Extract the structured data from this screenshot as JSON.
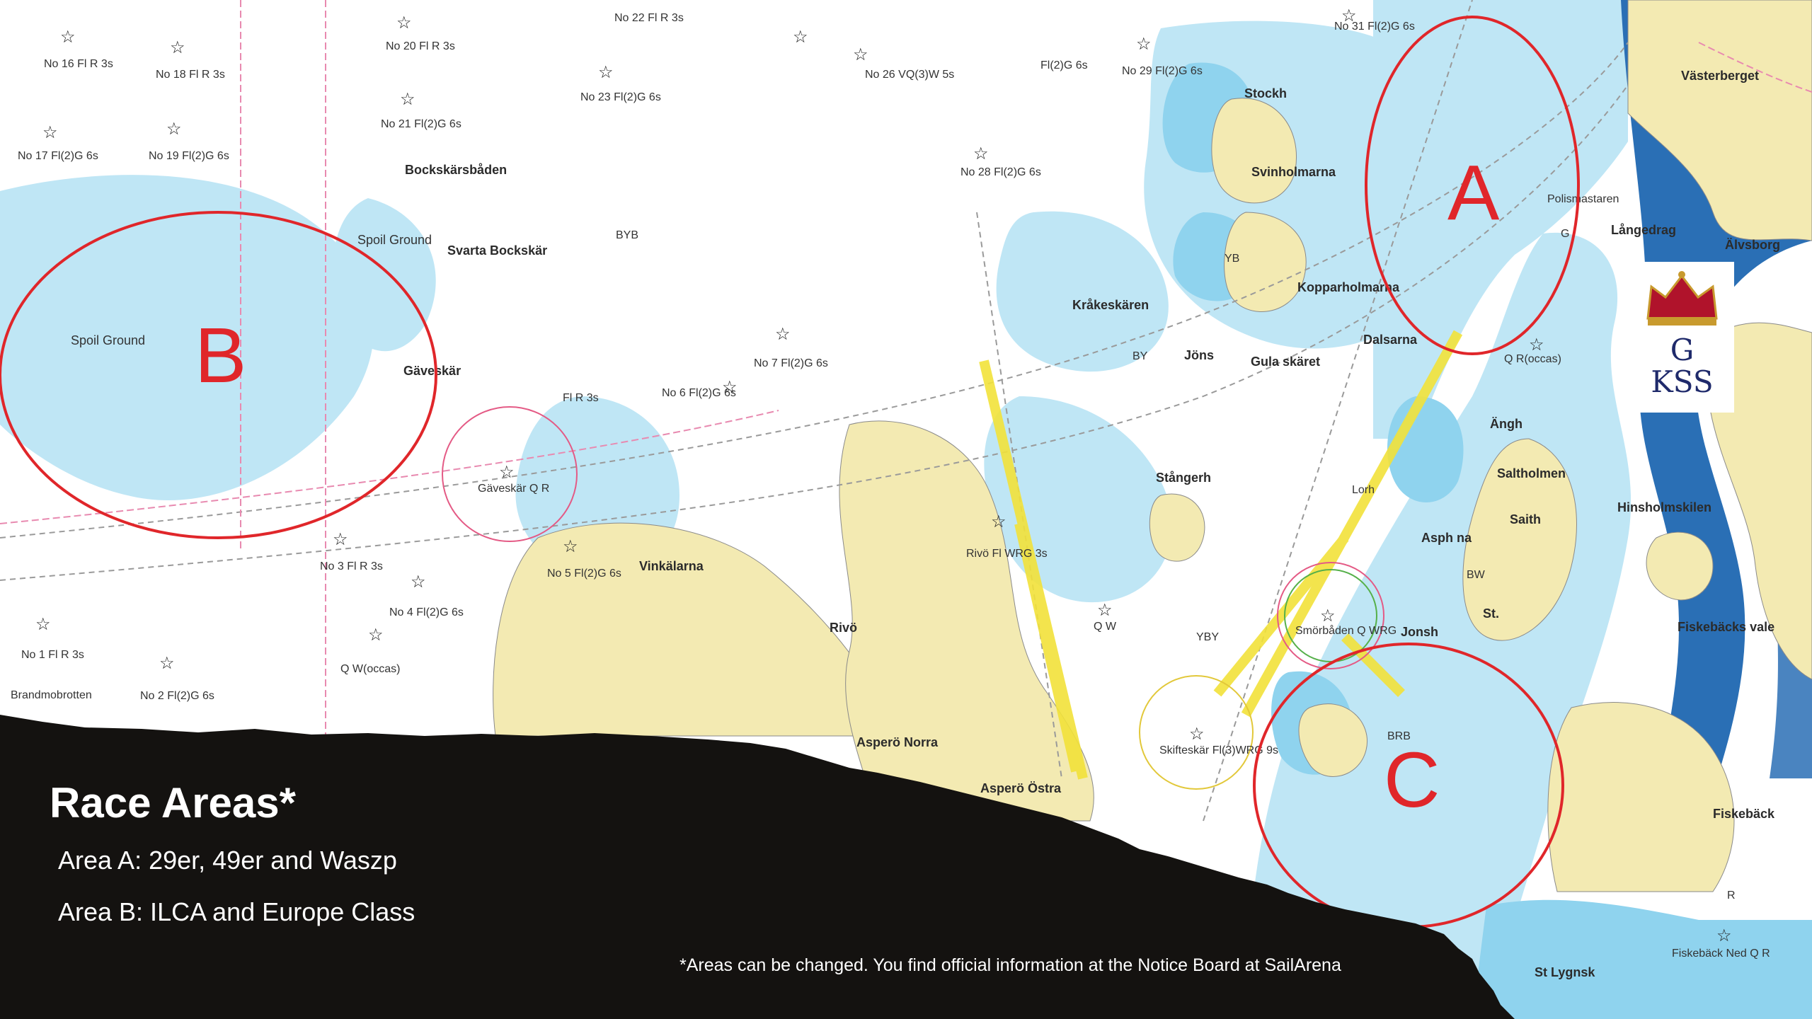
{
  "legend": {
    "title": "Race Areas*",
    "area_a": "Area A: 29er, 49er and Waszp",
    "area_b": "Area B: ILCA  and Europe Class",
    "footnote": "*Areas can be changed. You find official information at the Notice Board at SailArena"
  },
  "areas": [
    {
      "letter": "A",
      "color": "#e0262a"
    },
    {
      "letter": "B",
      "color": "#e0262a"
    },
    {
      "letter": "C",
      "color": "#e0262a"
    }
  ],
  "logo": {
    "letters_top": "G",
    "letters_bottom": "KSS",
    "color": "#1f2a6b"
  },
  "place_names": [
    "Bockskärsbåden",
    "Svarta Bockskär",
    "Gäveskär",
    "Stockh",
    "Svinholmarna",
    "Kopparholmarna",
    "Dalsarna",
    "Kråkeskären",
    "Jöns",
    "Gula skäret",
    "Stångerh",
    "Asph na",
    "Saltholmen",
    "Saith",
    "Hinsholmskilen",
    "Ängh",
    "Långedrag",
    "Älvsborg",
    "Västerberget",
    "Vinkälarna",
    "Rivö",
    "Asperö Norra",
    "Asperö Östra",
    "Jonsh",
    "Fiskebäcks vale",
    "Fiskebäck",
    "St Lygnsk",
    "Spoil Ground",
    "Spoil Ground",
    "Polismastaren",
    "Brandmobrotten",
    "St."
  ],
  "buoy_labels": [
    "No 16 Fl R 3s",
    "No 18 Fl R 3s",
    "No 20 Fl R 3s",
    "No 22 Fl R 3s",
    "No 17 Fl(2)G 6s",
    "No 19 Fl(2)G 6s",
    "No 21 Fl(2)G 6s",
    "No 23 Fl(2)G 6s",
    "No 26 VQ(3)W 5s",
    "No 29 Fl(2)G 6s",
    "No 31 Fl(2)G 6s",
    "No 28 Fl(2)G 6s",
    "No 7 Fl(2)G 6s",
    "No 6 Fl(2)G 6s",
    "No 3 Fl R 3s",
    "No 5 Fl(2)G 6s",
    "No 4 Fl(2)G 6s",
    "No 1 Fl R 3s",
    "No 2 Fl(2)G 6s",
    "Q W(occas)",
    "Gäveskär Q R",
    "Rivö Fl WRG 3s",
    "Q W",
    "Smörbåden Q WRG",
    "Skifteskär Fl(3)WRG 9s",
    "Q R(occas)",
    "Fl R 3s",
    "Fl(2)G 6s",
    "BYB",
    "BY",
    "YB",
    "YBY",
    "BRB",
    "BW",
    "Lorh",
    "G",
    "R",
    "Fiskebäck Ned Q R"
  ]
}
